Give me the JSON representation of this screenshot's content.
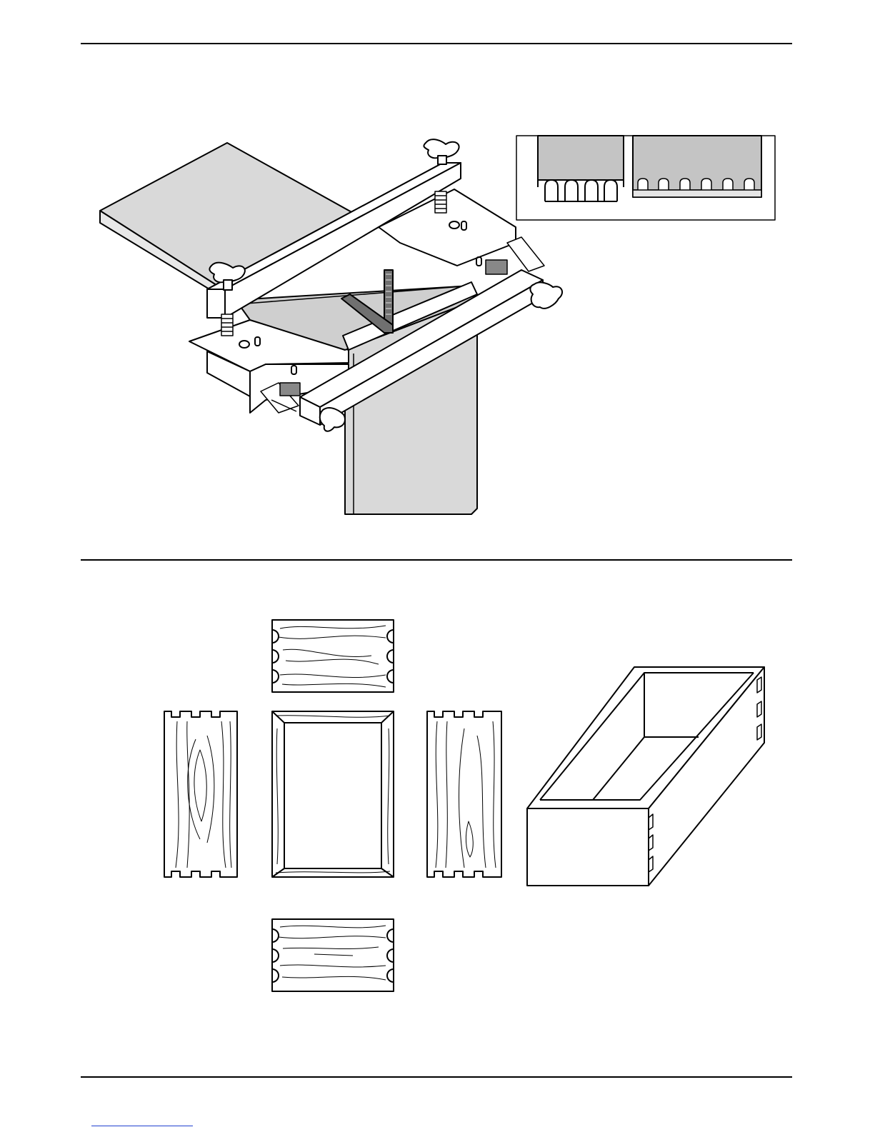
{
  "page": {
    "figures": [
      {
        "id": "dovetail-jig-assembly",
        "kind": "technical-illustration"
      },
      {
        "id": "dovetail-joint-detail",
        "kind": "inset-detail"
      },
      {
        "id": "drawer-exploded-view",
        "kind": "technical-illustration"
      },
      {
        "id": "assembled-drawer",
        "kind": "technical-illustration"
      }
    ],
    "colors": {
      "line": "#000000",
      "workpiece": "#d9d9d9",
      "template": "#c4c4c4",
      "square": "#707070",
      "paper": "#ffffff"
    }
  }
}
